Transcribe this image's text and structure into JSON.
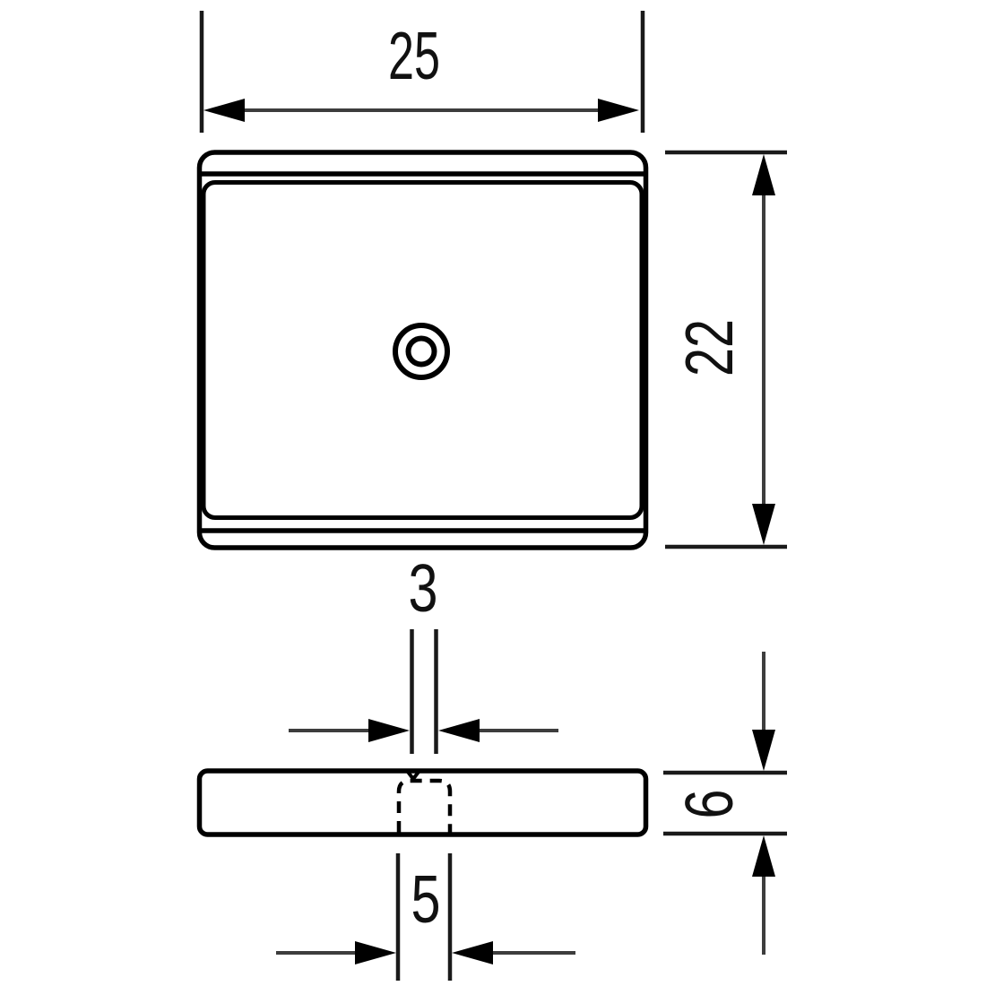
{
  "drawing": {
    "background": "#ffffff",
    "dimensions": {
      "width": "25",
      "height": "22",
      "hole_top_diameter": "3",
      "thickness": "6",
      "hole_bottom_diameter": "5"
    },
    "colors": {
      "outline": "#000000",
      "dimension_line": "#3d3d3d",
      "extension_line": "#1a1a1a",
      "part_fill": "#dcedec",
      "edge_strip_fill": "#ecf7f5",
      "hole_fill": "#ffffff",
      "text": "#111111"
    }
  }
}
